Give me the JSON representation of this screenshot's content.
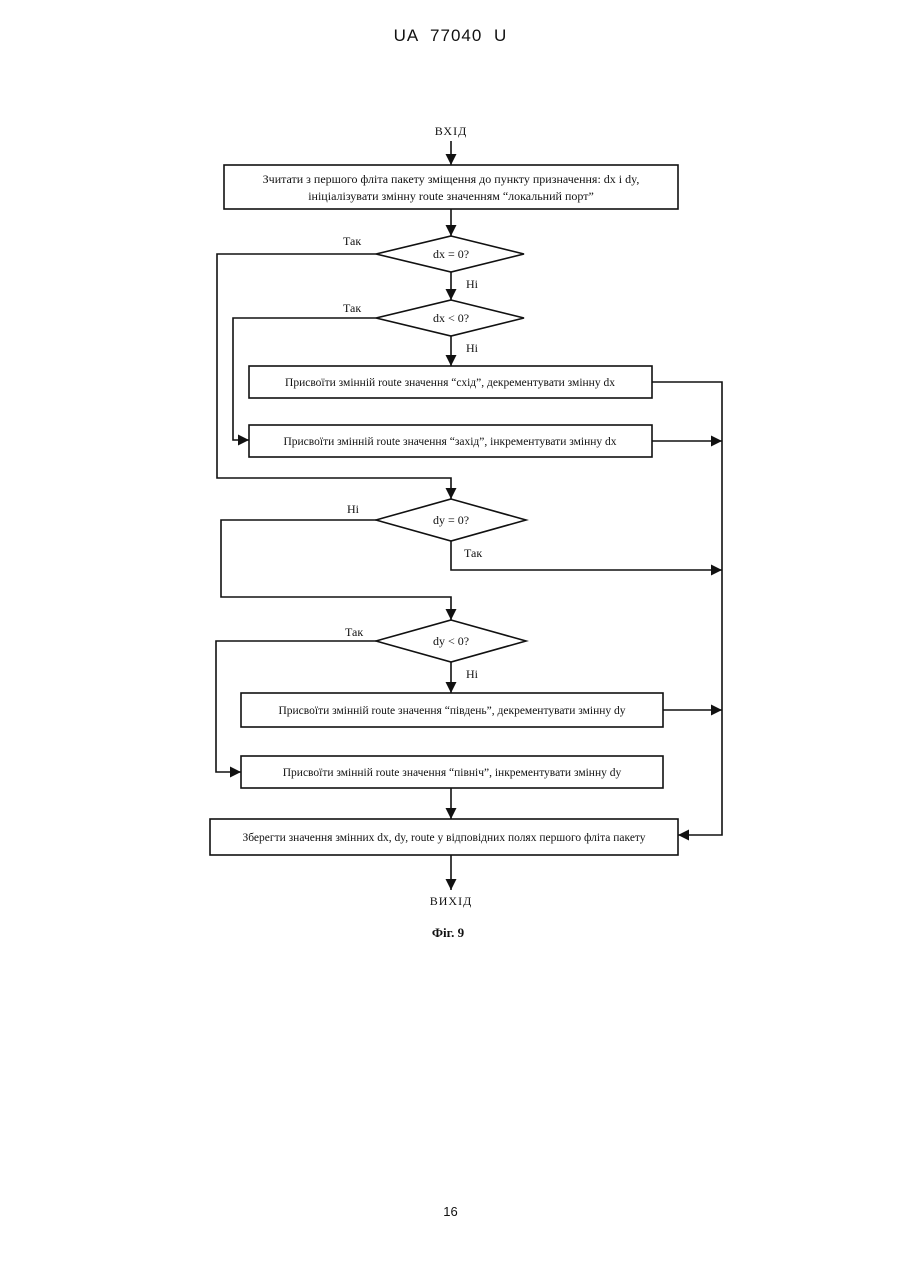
{
  "header": {
    "patent_number": "UA   77040   U"
  },
  "footer": {
    "page_number": "16"
  },
  "flowchart": {
    "start_label": "ВХІД",
    "end_label": "ВИХІД",
    "init_box": {
      "line1": "Зчитати з першого фліта пакету зміщення до пункту призначення: dx і dy,",
      "line2": "ініціалізувати змінну route значенням “локальний порт”"
    },
    "decision_dx_eq": "dx = 0?",
    "decision_dx_lt": "dx < 0?",
    "decision_dy_eq": "dy = 0?",
    "decision_dy_lt": "dy < 0?",
    "east_box": "Присвоїти змінній route значення “схід”, декрементувати змінну dx",
    "west_box": "Присвоїти змінній route значення “захід”, інкрементувати змінну dx",
    "south_box": "Присвоїти змінній route значення “південь”, декрементувати змінну dy",
    "north_box": "Присвоїти змінній route значення “північ”, інкрементувати змінну dy",
    "save_box": "Зберегти значення змінних dx, dy, route у відповідних полях першого фліта пакету",
    "labels": {
      "yes_dx_eq": "Так",
      "no_dx_eq": "Ні",
      "yes_dx_lt": "Так",
      "no_dx_lt": "Ні",
      "no_dy_eq": "Ні",
      "yes_dy_eq": "Так",
      "yes_dy_lt": "Так",
      "no_dy_lt": "Ні"
    },
    "caption": "Фіг. 9"
  }
}
